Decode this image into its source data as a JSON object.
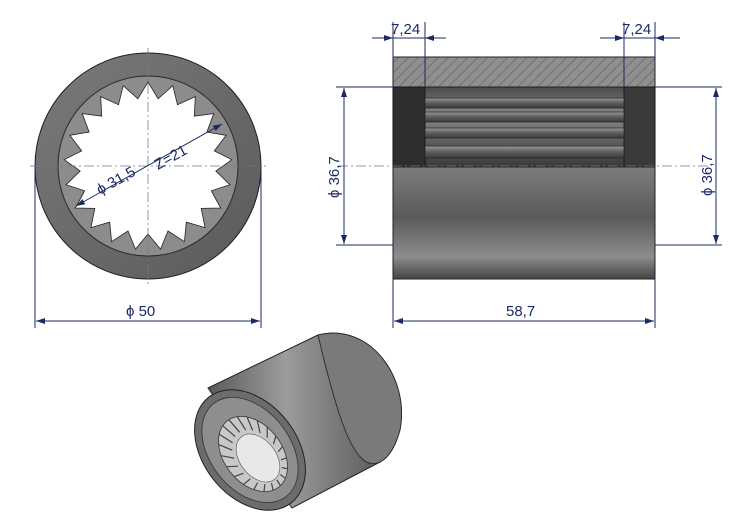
{
  "front_view": {
    "diameter_outer_label": "ϕ 50",
    "diameter_inner_label": "ϕ 31,5",
    "teeth_label": "Z=21",
    "teeth_count": 21
  },
  "side_view": {
    "left_recess_label": "7,24",
    "right_recess_label": "7,24",
    "left_diameter_label": "ϕ 36,7",
    "right_diameter_label": "ϕ 36,7",
    "length_label": "58,7"
  },
  "colors": {
    "dimension": "#1a2a66",
    "hatch": "#9a9a9a",
    "body_dark": "#3a3a3a",
    "body_light": "#8e8e8e"
  }
}
